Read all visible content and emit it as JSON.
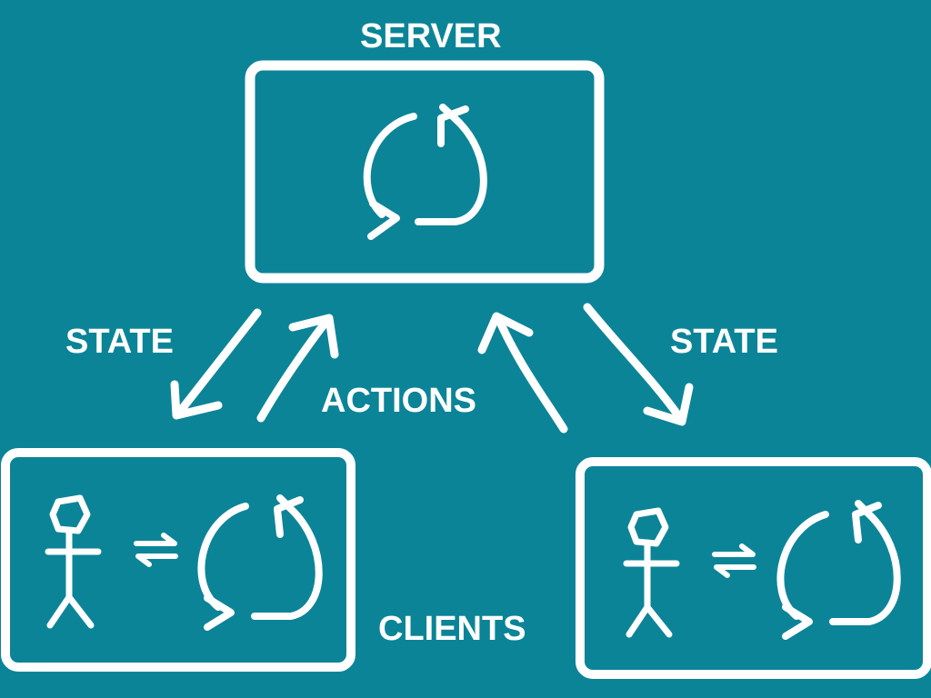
{
  "diagram": {
    "server_label": "SERVER",
    "state_left_label": "STATE",
    "state_right_label": "STATE",
    "actions_label": "ACTIONS",
    "clients_label": "CLIENTS"
  },
  "colors": {
    "background": "#0b8497",
    "stroke": "#ffffff"
  },
  "icons": [
    "refresh-cycle-icon",
    "stick-figure-icon",
    "swap-arrows-icon"
  ]
}
